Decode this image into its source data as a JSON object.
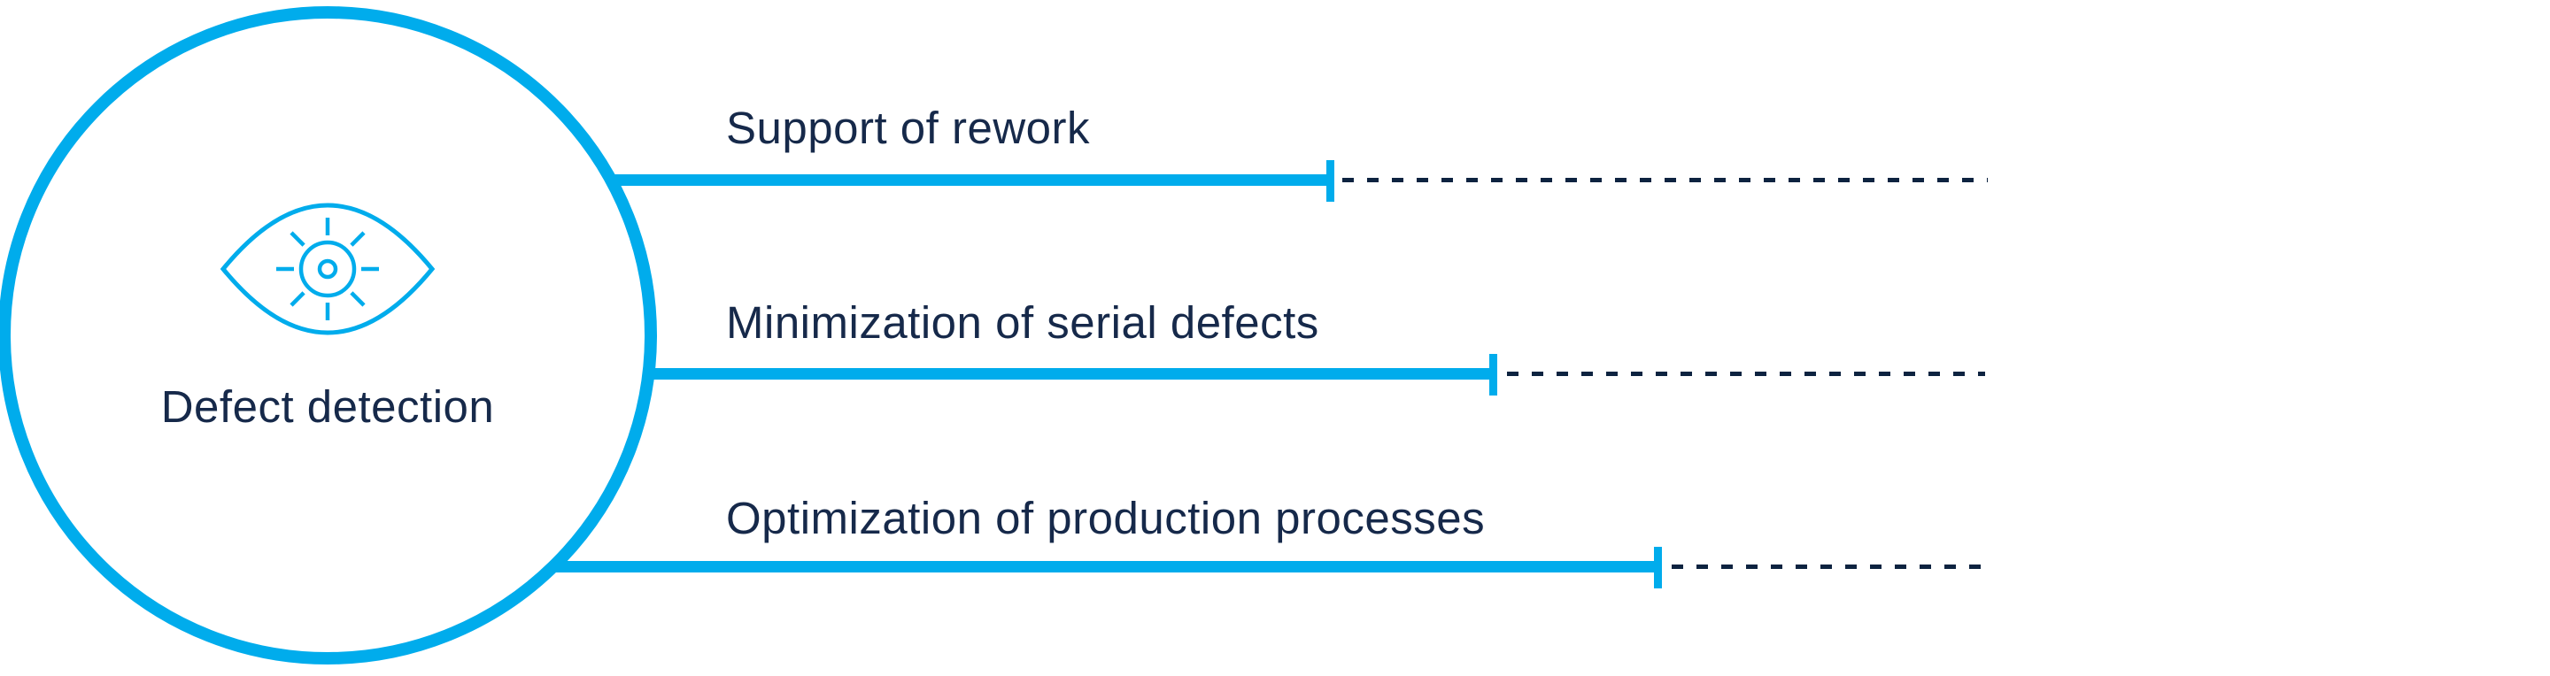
{
  "hub": {
    "label": "Defect detection",
    "icon": "eye-icon"
  },
  "branches": [
    {
      "label": "Support of rework"
    },
    {
      "label": "Minimization of serial defects"
    },
    {
      "label": "Optimization of production processes"
    }
  ],
  "colors": {
    "accent_blue": "#00ACEC",
    "navy_text": "#16294A",
    "navy_dash": "#0D2340",
    "background": "#FFFFFF"
  }
}
